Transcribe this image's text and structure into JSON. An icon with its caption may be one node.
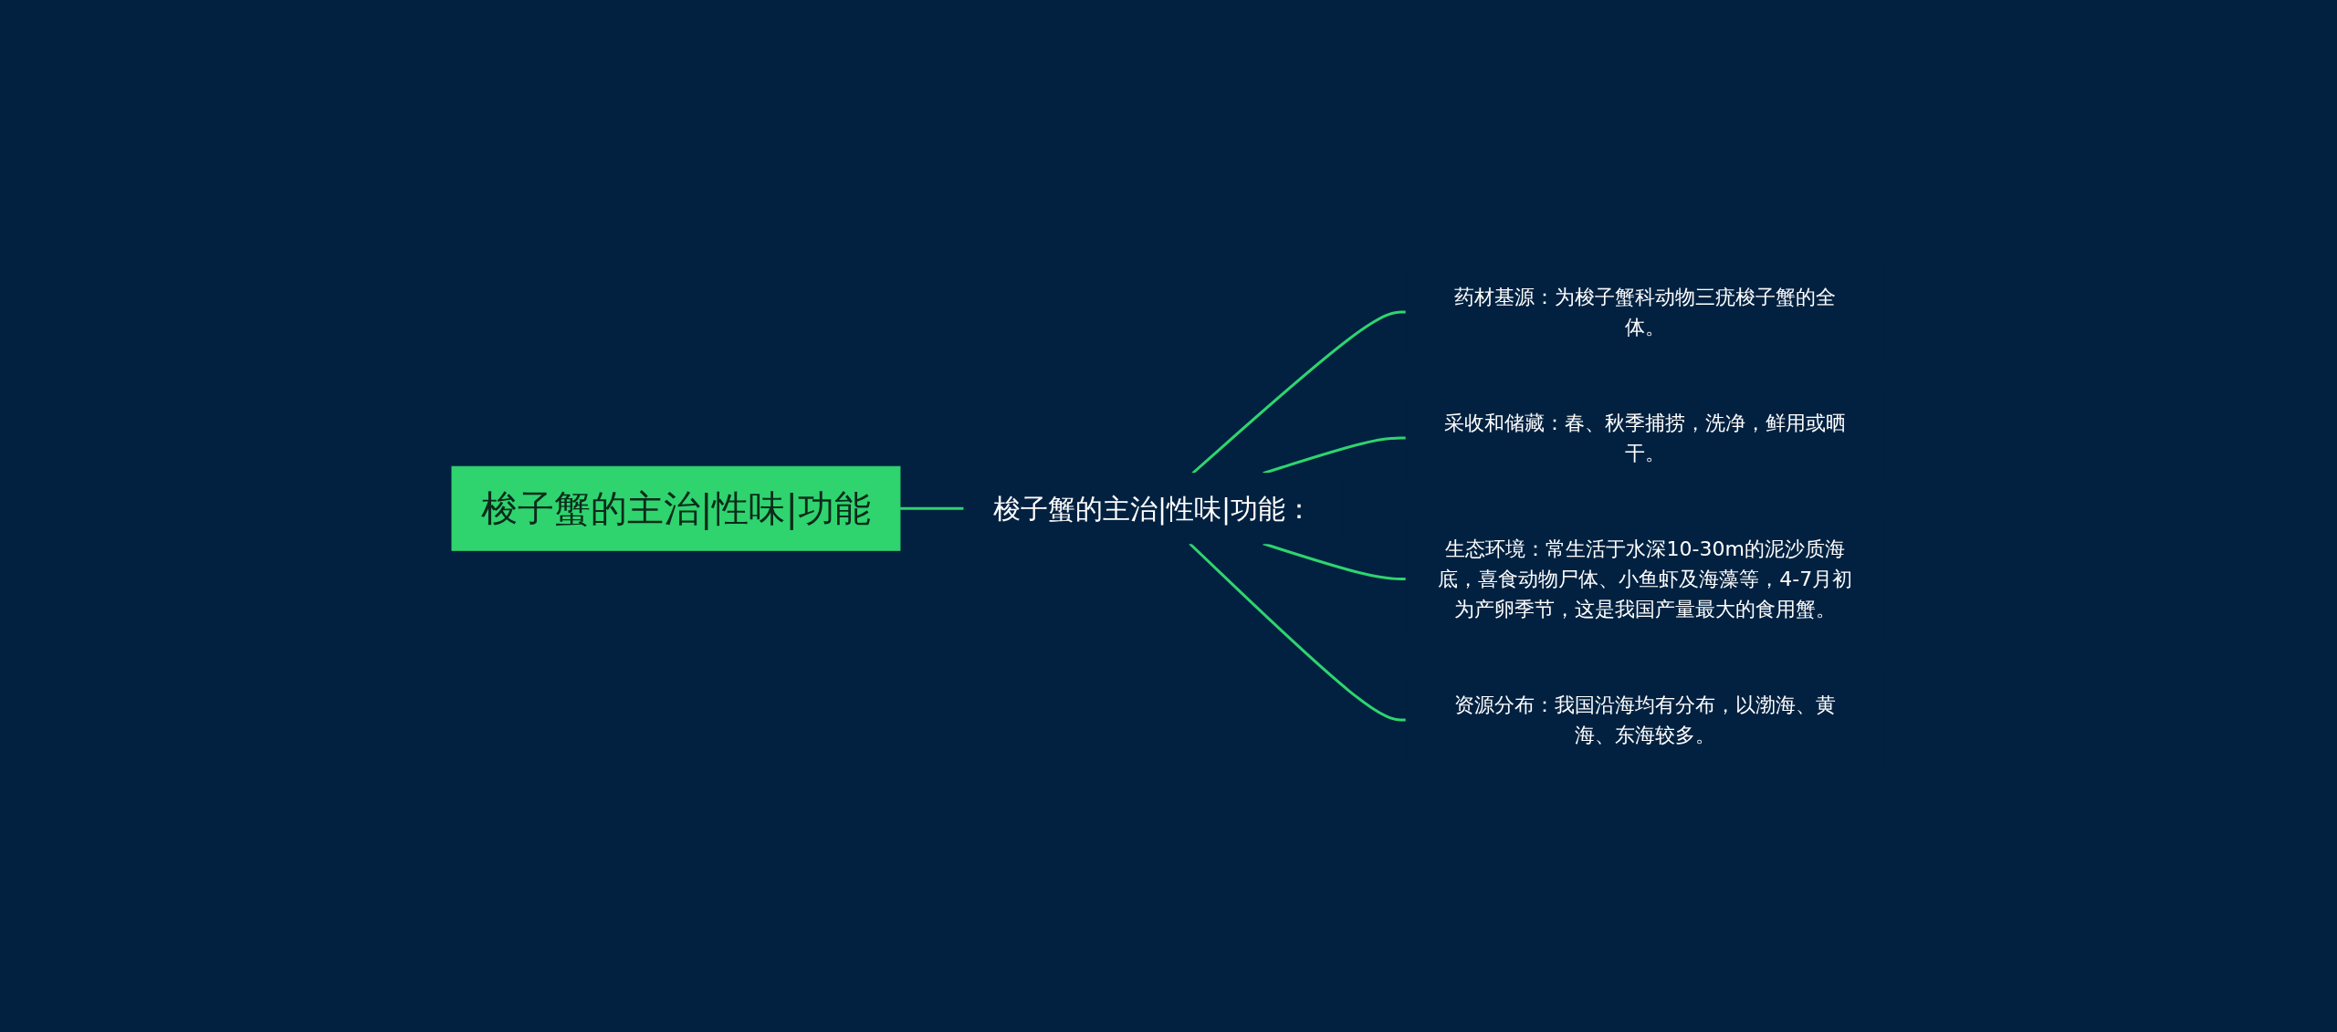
{
  "diagram": {
    "nodes": [
      {
        "text": [
          "梭子蟹的主治|性味|功能"
        ]
      },
      {
        "text": [
          "梭子蟹的主治|性味|功能："
        ]
      },
      {
        "text": [
          "药材基源：为梭子蟹科动物三疣梭子蟹的全体。"
        ]
      },
      {
        "text": [
          "采收和储藏：春、秋季捕捞，洗净，鲜用或晒干。"
        ]
      },
      {
        "text": [
          "生态环境：常生活于水深10-30m的泥沙质海底，喜食动物尸体、小鱼虾及海藻等，4-7月初为产卵季节，这是我国产量最大的食用蟹。"
        ]
      },
      {
        "text": [
          "资源分布：我国沿海均有分布，以渤海、黄海、东海较多。"
        ]
      }
    ],
    "edges": [
      {
        "from": 0,
        "to": 1,
        "arrow": "none"
      },
      {
        "from": 1,
        "to": 2,
        "arrow": "none"
      },
      {
        "from": 1,
        "to": 3,
        "arrow": "none"
      },
      {
        "from": 1,
        "to": 4,
        "arrow": "none"
      },
      {
        "from": 1,
        "to": 5,
        "arrow": "none"
      }
    ]
  }
}
